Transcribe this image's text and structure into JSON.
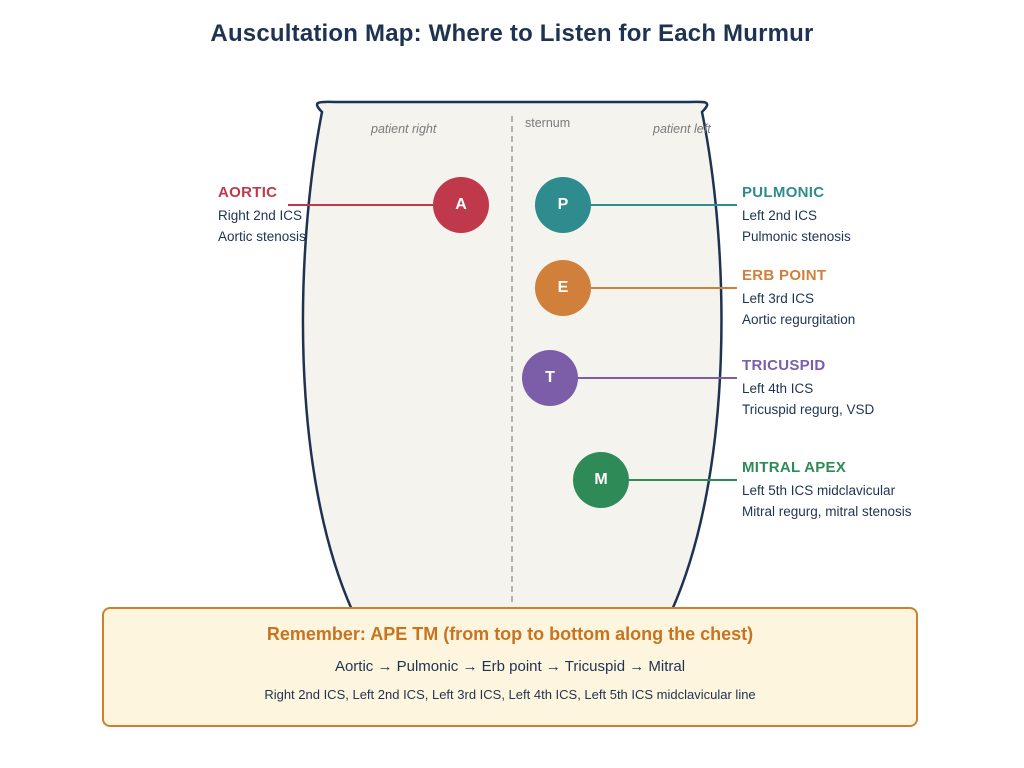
{
  "title": "Auscultation Map: Where to Listen for Each Murmur",
  "torso": {
    "patient_right": "patient right",
    "sternum": "sternum",
    "patient_left": "patient left"
  },
  "points": [
    {
      "id": "aortic",
      "letter": "A",
      "name": "AORTIC",
      "location": "Right 2nd ICS",
      "murmur": "Aortic stenosis",
      "color": "#c0394b"
    },
    {
      "id": "pulmonic",
      "letter": "P",
      "name": "PULMONIC",
      "location": "Left 2nd ICS",
      "murmur": "Pulmonic stenosis",
      "color": "#2e8b8e"
    },
    {
      "id": "erb",
      "letter": "E",
      "name": "ERB POINT",
      "location": "Left 3rd ICS",
      "murmur": "Aortic regurgitation",
      "color": "#d0803a"
    },
    {
      "id": "tricuspid",
      "letter": "T",
      "name": "TRICUSPID",
      "location": "Left 4th ICS",
      "murmur": "Tricuspid regurg, VSD",
      "color": "#7b5ea7"
    },
    {
      "id": "mitral",
      "letter": "M",
      "name": "MITRAL APEX",
      "location": "Left 5th ICS midclavicular",
      "murmur": "Mitral regurg, mitral stenosis",
      "color": "#2e8b57"
    }
  ],
  "mnemonic": {
    "heading": "Remember: APE TM (from top to bottom along the chest)",
    "sequence": "Aortic → Pulmonic → Erb point → Tricuspid → Mitral",
    "detail": "Right 2nd ICS, Left 2nd ICS, Left 3rd ICS, Left 4th ICS, Left 5th ICS midclavicular line"
  }
}
